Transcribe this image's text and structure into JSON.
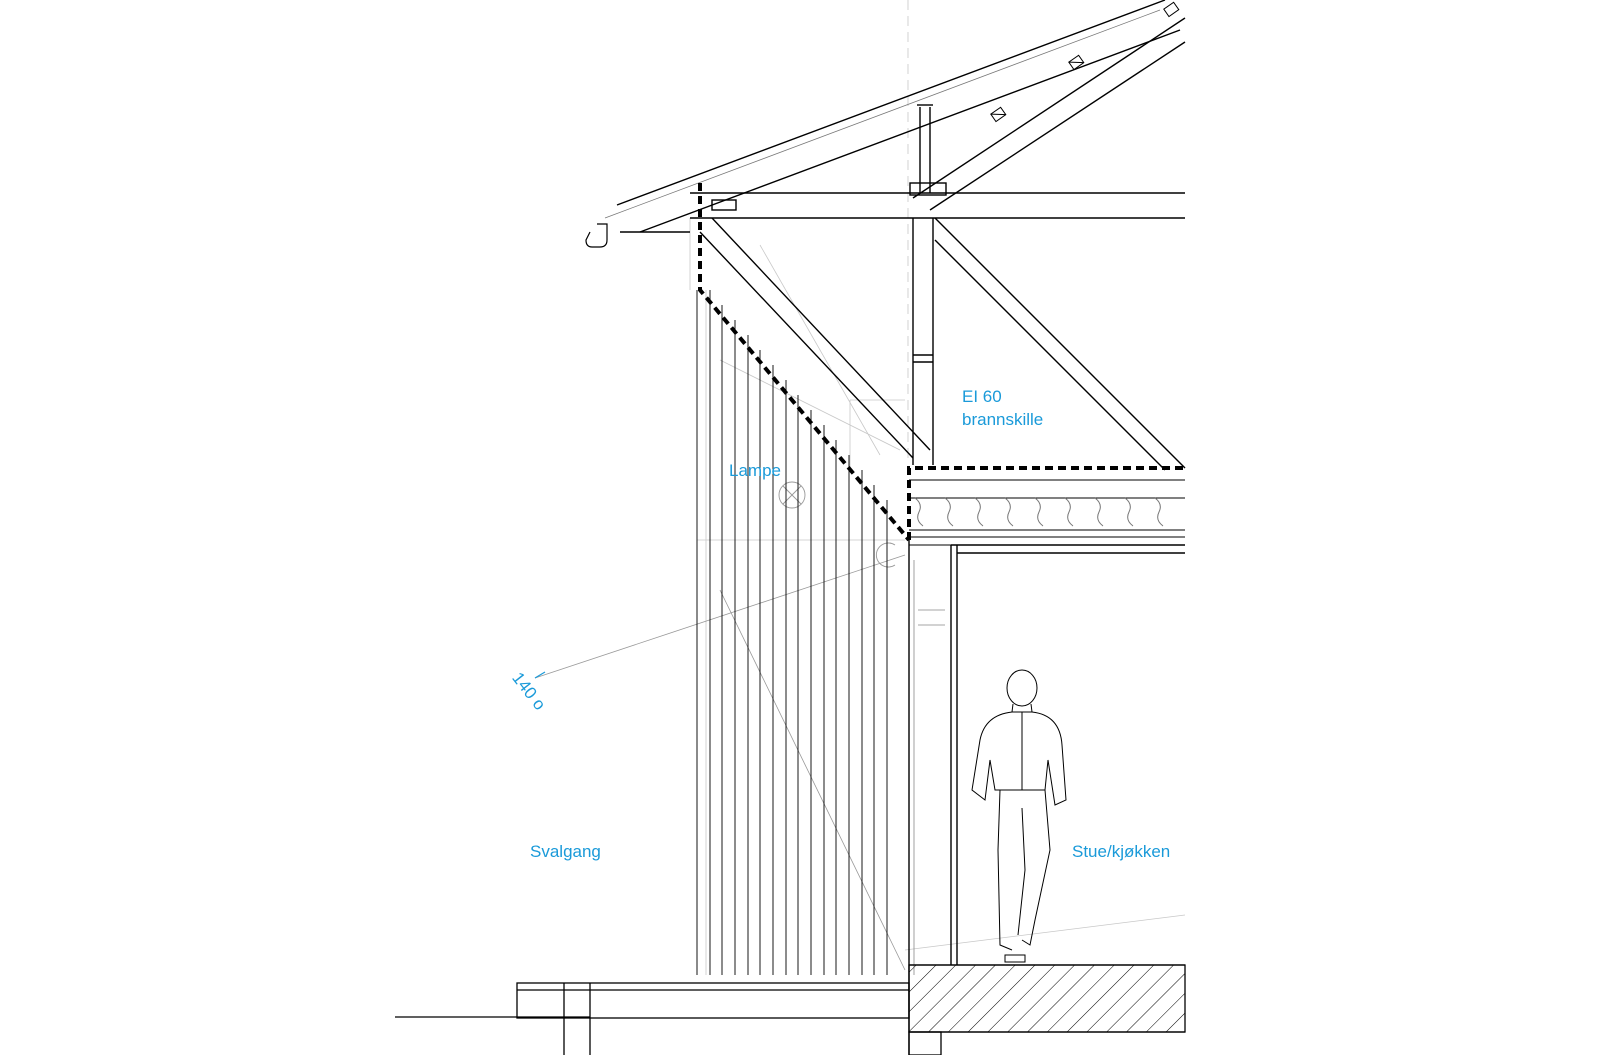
{
  "labels": {
    "fire_line1": "EI 60",
    "fire_line2": "brannskille",
    "lamp": "Lampe",
    "angle": "140 o",
    "left_space": "Svalgang",
    "right_space": "Stue/kjøkken"
  },
  "colors": {
    "line": "#000000",
    "thin_line": "#999999",
    "label": "#1a9ad9"
  }
}
